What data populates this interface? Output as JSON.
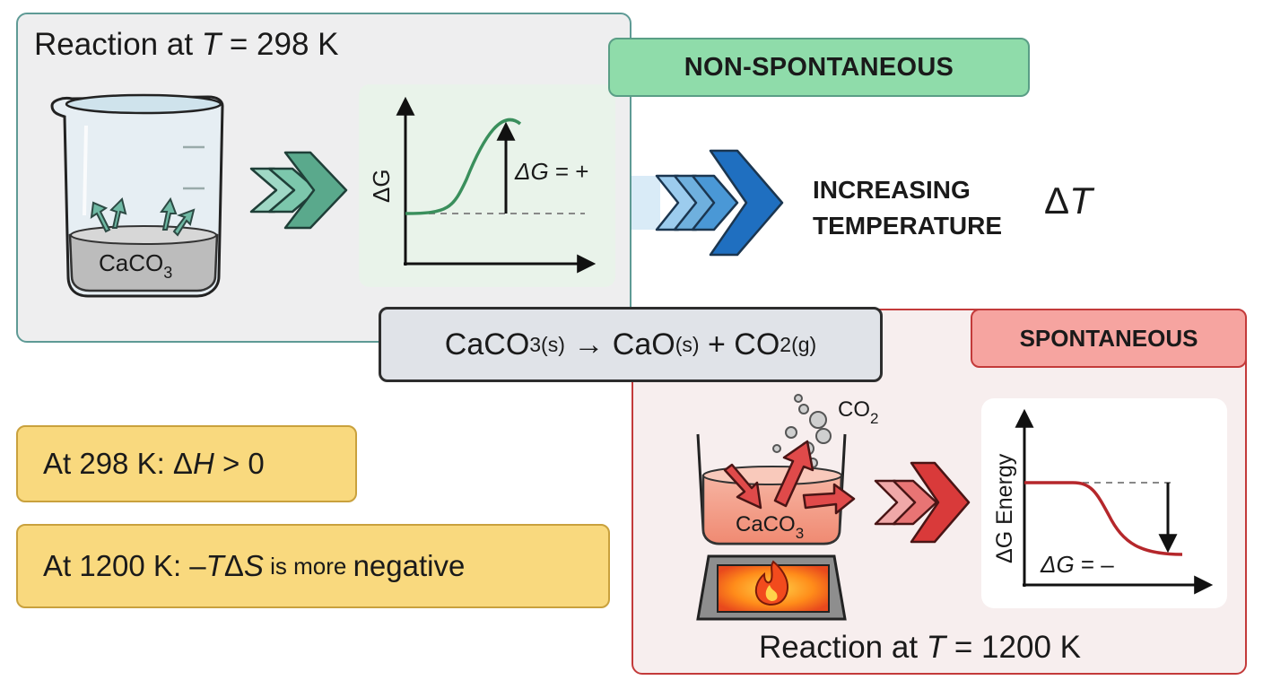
{
  "cold": {
    "title": "Reaction at T = 298 K",
    "title_parts": {
      "pre": "Reaction at ",
      "var": "T",
      "post": " = 298 K"
    },
    "beaker_label": "CaCO",
    "beaker_label_sub": "3",
    "graph": {
      "ylabel": "ΔG",
      "annotation_var": "ΔG",
      "annotation_rest": " = +",
      "curve_color": "#3a8f5c"
    }
  },
  "badges": {
    "non_spontaneous": "NON-SPONTANEOUS",
    "spontaneous": "SPONTANEOUS"
  },
  "temperature": {
    "line1": "INCREASING",
    "line2": "TEMPERATURE",
    "delta_symbol": "Δ",
    "delta_var": "T"
  },
  "equation": {
    "p1": "CaCO",
    "p1_sub": "3(s)",
    "arrow": " → ",
    "p2": "CaO",
    "p2_sub": "(s)",
    "plus": " + ",
    "p3": "CO",
    "p3_sub": "2(g)"
  },
  "notes": {
    "n298_pre": "At 298 K: Δ",
    "n298_var": "H",
    "n298_post": " > 0",
    "n1200_pre": "At 1200 K: –",
    "n1200_var": "T",
    "n1200_delta": "Δ",
    "n1200_var2": "S",
    "n1200_small": " is more ",
    "n1200_post": "negative"
  },
  "hot": {
    "title_parts": {
      "pre": "Reaction at ",
      "var": "T",
      "post": " = 1200 K"
    },
    "gas_label": "CO",
    "gas_label_sub": "2",
    "beaker_label": "CaCO",
    "beaker_label_sub": "3",
    "graph": {
      "ylabel": "ΔG Energy",
      "annotation_var": "ΔG",
      "annotation_rest": " = –",
      "curve_color": "#b5272b"
    }
  },
  "colors": {
    "teal_border": "#5e9a95",
    "red_border": "#c33a3a",
    "green_badge": "#8fdcaa",
    "red_badge": "#f6a4a0",
    "note_fill": "#f9d97e"
  }
}
